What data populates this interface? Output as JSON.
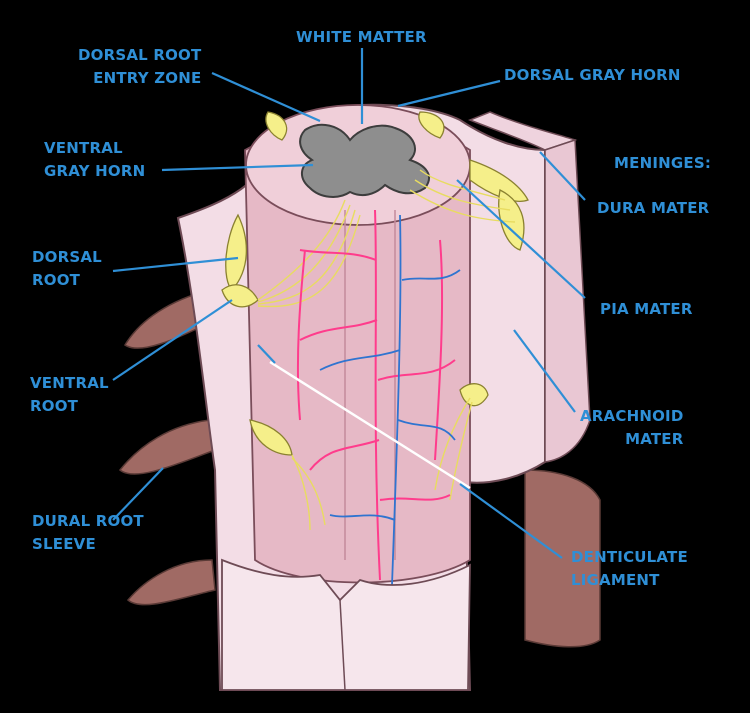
{
  "labels": {
    "dorsal_root_entry_zone": "DORSAL ROOT\nENTRY ZONE",
    "white_matter": "WHITE MATTER",
    "dorsal_gray_horn": "DORSAL GRAY HORN",
    "ventral_gray_horn": "VENTRAL\nGRAY HORN",
    "meninges": "MENINGES:",
    "dura_mater": "DURA MATER",
    "dorsal_root": "DORSAL\nROOT",
    "pia_mater": "PIA MATER",
    "ventral_root": "VENTRAL\nROOT",
    "arachnoid_mater": "ARACHNOID\nMATER",
    "dural_root_sleeve": "DURAL ROOT\nSLEEVE",
    "denticulate_ligament": "DENTICULATE\nLIGAMENT"
  },
  "colors": {
    "background": "#000000",
    "label_text": "#2f8fd6",
    "leader_line": "#2f8fd6",
    "dura": "#f3dde6",
    "cord": "#e6b9c6",
    "gray_matter": "#8e8e8e",
    "nerve_root": "#f5ef8a",
    "artery": "#ff3c8c",
    "vein": "#2f74d0",
    "root_sleeve": "#a06a64"
  }
}
